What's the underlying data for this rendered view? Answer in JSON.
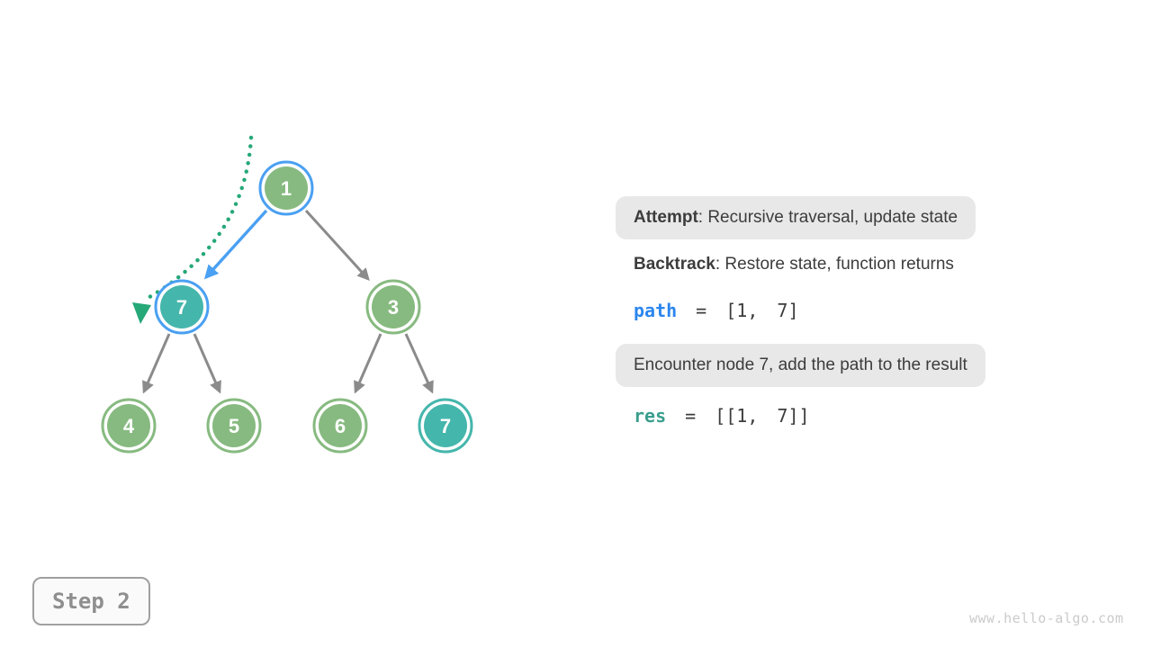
{
  "colors": {
    "node_green": "#87BA80",
    "node_teal": "#45B6AC",
    "highlight_blue": "#4AA0F2",
    "edge_gray": "#8B8B8B",
    "backtrack_emerald": "#26A878",
    "code_path_blue": "#2B86EE",
    "code_res_teal": "#3A9E8E",
    "text_dark": "#3C3C3C",
    "pill_bg": "#E8E8E8"
  },
  "tree": {
    "nodes": [
      {
        "label": "1",
        "state": "visited-green",
        "ring": "blue-highlight"
      },
      {
        "label": "7",
        "state": "current-teal",
        "ring": "blue-highlight"
      },
      {
        "label": "3",
        "state": "green",
        "ring": "green"
      },
      {
        "label": "4",
        "state": "green",
        "ring": "green"
      },
      {
        "label": "5",
        "state": "green",
        "ring": "green"
      },
      {
        "label": "6",
        "state": "green",
        "ring": "green"
      },
      {
        "label": "7",
        "state": "teal",
        "ring": "teal"
      }
    ],
    "edges": [
      {
        "from": "1",
        "to": "7",
        "style": "blue-highlight"
      },
      {
        "from": "1",
        "to": "3",
        "style": "gray"
      },
      {
        "from": "7",
        "to": "4",
        "style": "gray"
      },
      {
        "from": "7",
        "to": "5",
        "style": "gray"
      },
      {
        "from": "3",
        "to": "6",
        "style": "gray"
      },
      {
        "from": "3",
        "to": "7",
        "style": "gray"
      }
    ],
    "backtrack_arrow": "dotted emerald curve with solid arrowhead pointing at node 7"
  },
  "notes": {
    "attempt_term": "Attempt",
    "attempt_rest": ": Recursive traversal, update state",
    "backtrack_term": "Backtrack",
    "backtrack_rest": ": Restore state, function returns",
    "encounter": "Encounter node 7, add the path to the result"
  },
  "state": {
    "path_var": "path",
    "path_value": "= [1, 7]",
    "res_var": "res",
    "res_value": "= [[1, 7]]"
  },
  "step": {
    "label": "Step 2"
  },
  "footer": {
    "watermark": "www.hello-algo.com"
  }
}
